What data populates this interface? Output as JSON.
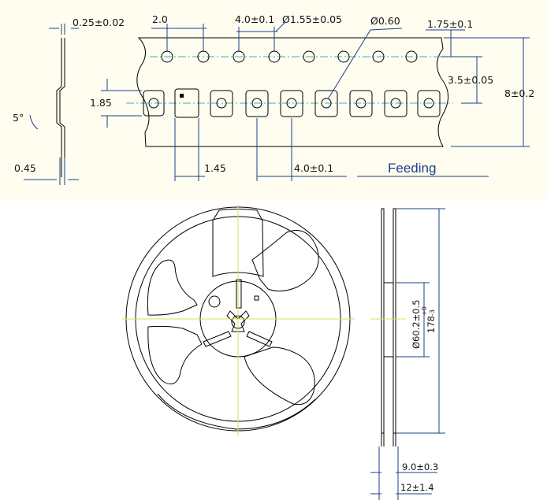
{
  "tape": {
    "labels": {
      "thickness": "0.25±0.02",
      "pitch_p2": "2.0",
      "pitch_p0": "4.0±0.1",
      "hole_d0": "Ø1.55±0.05",
      "hole_d1": "Ø0.60",
      "edge_e": "1.75±0.1",
      "f_pitch": "3.5±0.05",
      "width_w": "8±0.2",
      "pocket_b0": "1.85",
      "angle": "5°",
      "depth_k": "0.45",
      "pocket_a0": "1.45",
      "pitch_p1": "4.0±0.1",
      "feeding": "Feeding"
    }
  },
  "reel": {
    "labels": {
      "hub_dia": "Ø60.2±0.5",
      "reel_dia": "178",
      "reel_tol_plus": "+0",
      "reel_tol_minus": "-3",
      "width_w1": "9.0±0.3",
      "width_w2": "12±1.4"
    }
  }
}
